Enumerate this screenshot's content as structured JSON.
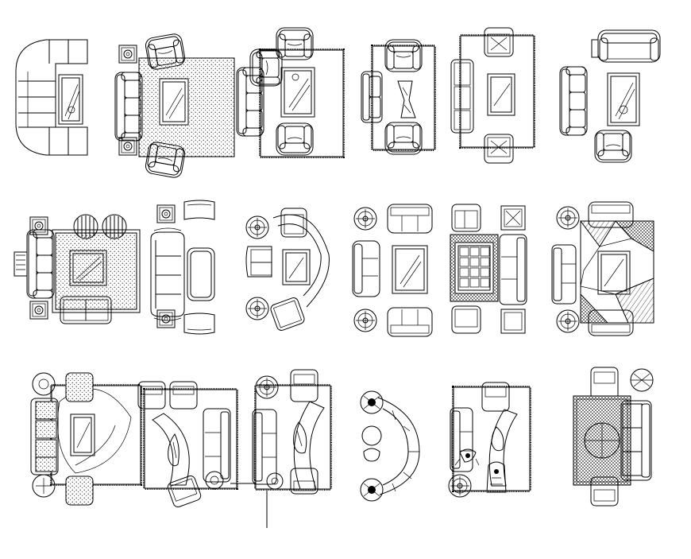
{
  "drawing": {
    "stroke_color": "#000000",
    "background_color": "#ffffff",
    "layout_count": 18
  },
  "rows": [
    {
      "label": "",
      "layouts": [
        {
          "name": "l-shaped-sectional-with-coffee-table"
        },
        {
          "name": "sofa-two-armchairs-speckled-rug"
        },
        {
          "name": "sofa-two-armchairs-fringed-rug"
        },
        {
          "name": "small-sofa-two-armchairs-fringed-rug"
        },
        {
          "name": "loveseat-armchairs-fringed-rug"
        },
        {
          "name": "sofa-three-armchairs-no-rug"
        }
      ]
    },
    {
      "label": "",
      "layouts": [
        {
          "name": "sofa-striped-ottomans-dotted-rug"
        },
        {
          "name": "classic-sofa-chairs-side-tables"
        },
        {
          "name": "curved-sofa-armchairs-lamps"
        },
        {
          "name": "sofa-four-armchairs-round-lamps"
        },
        {
          "name": "two-sofas-patterned-rug-end-tables"
        },
        {
          "name": "sofa-armchairs-geometric-rug"
        }
      ]
    },
    {
      "label": "",
      "layouts": [
        {
          "name": "sofa-armchairs-curved-rug"
        },
        {
          "name": "curved-tables-fringed-rug-left"
        },
        {
          "name": "curved-tables-fringed-rug-right"
        },
        {
          "name": "curved-sectional-round-table"
        },
        {
          "name": "sofa-curved-table-figures"
        },
        {
          "name": "sofa-armchairs-checked-rug"
        }
      ]
    }
  ]
}
